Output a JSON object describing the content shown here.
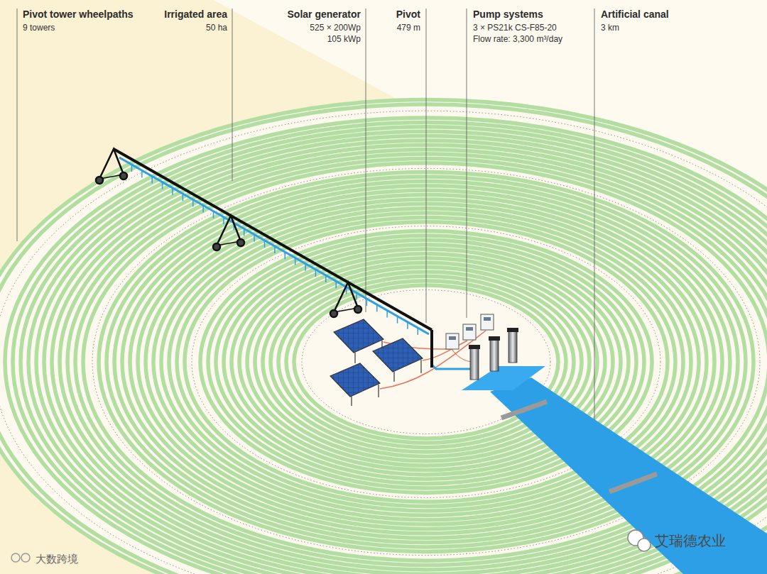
{
  "diagram": {
    "labels": [
      "Pivot tower wheelpaths",
      "9 towers",
      "Irrigated area",
      "50 ha",
      "Solar generator",
      "525 × 200Wp",
      "105 kWp",
      "Pivot",
      "479 m",
      "Pump systems",
      "3 × PS21k CS-F85-20",
      "Flow rate: 3,300 m³/day",
      "Artificial canal",
      "3 km",
      "艾瑞德农业",
      "大数跨境"
    ]
  }
}
